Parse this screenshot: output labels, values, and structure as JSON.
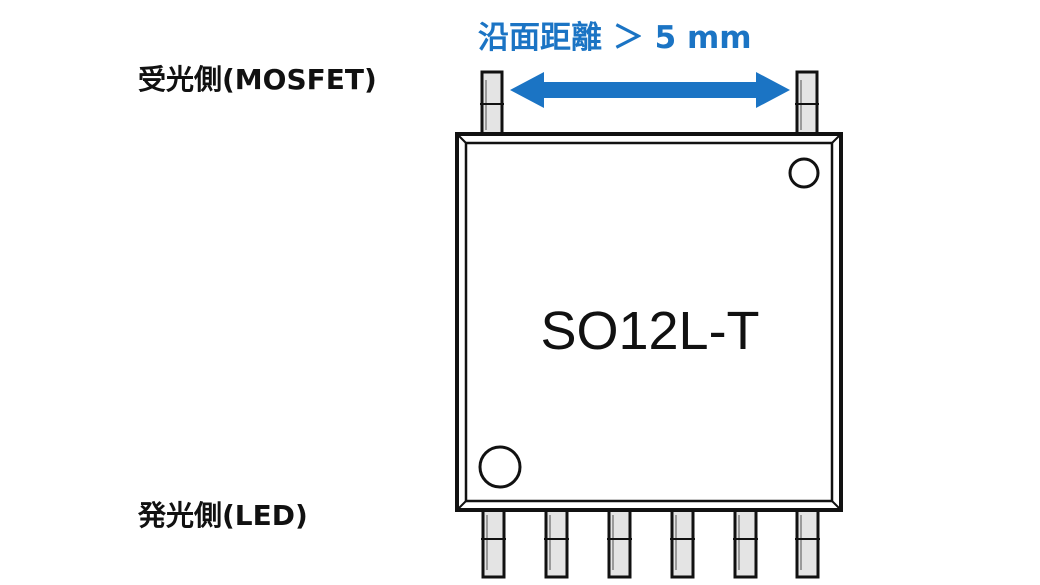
{
  "labels": {
    "receiver_side": "受光側(MOSFET)",
    "emitter_side": "発光側(LED)",
    "creepage_distance": "沿面距離 ＞ 5 mm",
    "package_name": "SO12L-T"
  },
  "colors": {
    "arrow": "#1b74c4",
    "outline": "#111111",
    "lead_fill": "#e4e4e4",
    "background": "#ffffff"
  },
  "pins": {
    "top_count": 2,
    "bottom_count": 6
  }
}
